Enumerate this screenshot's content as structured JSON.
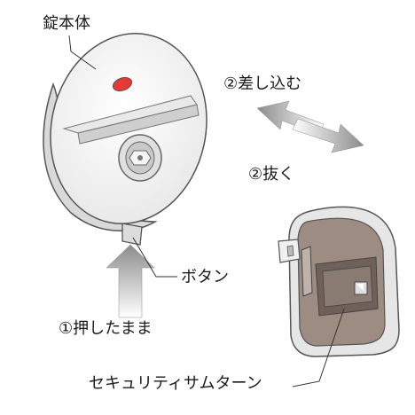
{
  "labels": {
    "lock_body": "錠本体",
    "insert": "②差し込む",
    "remove": "②抜く",
    "button": "ボタン",
    "hold": "①押したまま",
    "thumbturn": "セキュリティサムターン"
  },
  "colors": {
    "outline": "#555555",
    "body_face": "#f2f2f2",
    "body_shade": "#cfcfcf",
    "indicator": "#e53935",
    "thumbturn_face": "#9d8c82",
    "thumbturn_frame": "#e6e6e6",
    "arrow": "#9a9a9a",
    "leader": "#333333"
  }
}
